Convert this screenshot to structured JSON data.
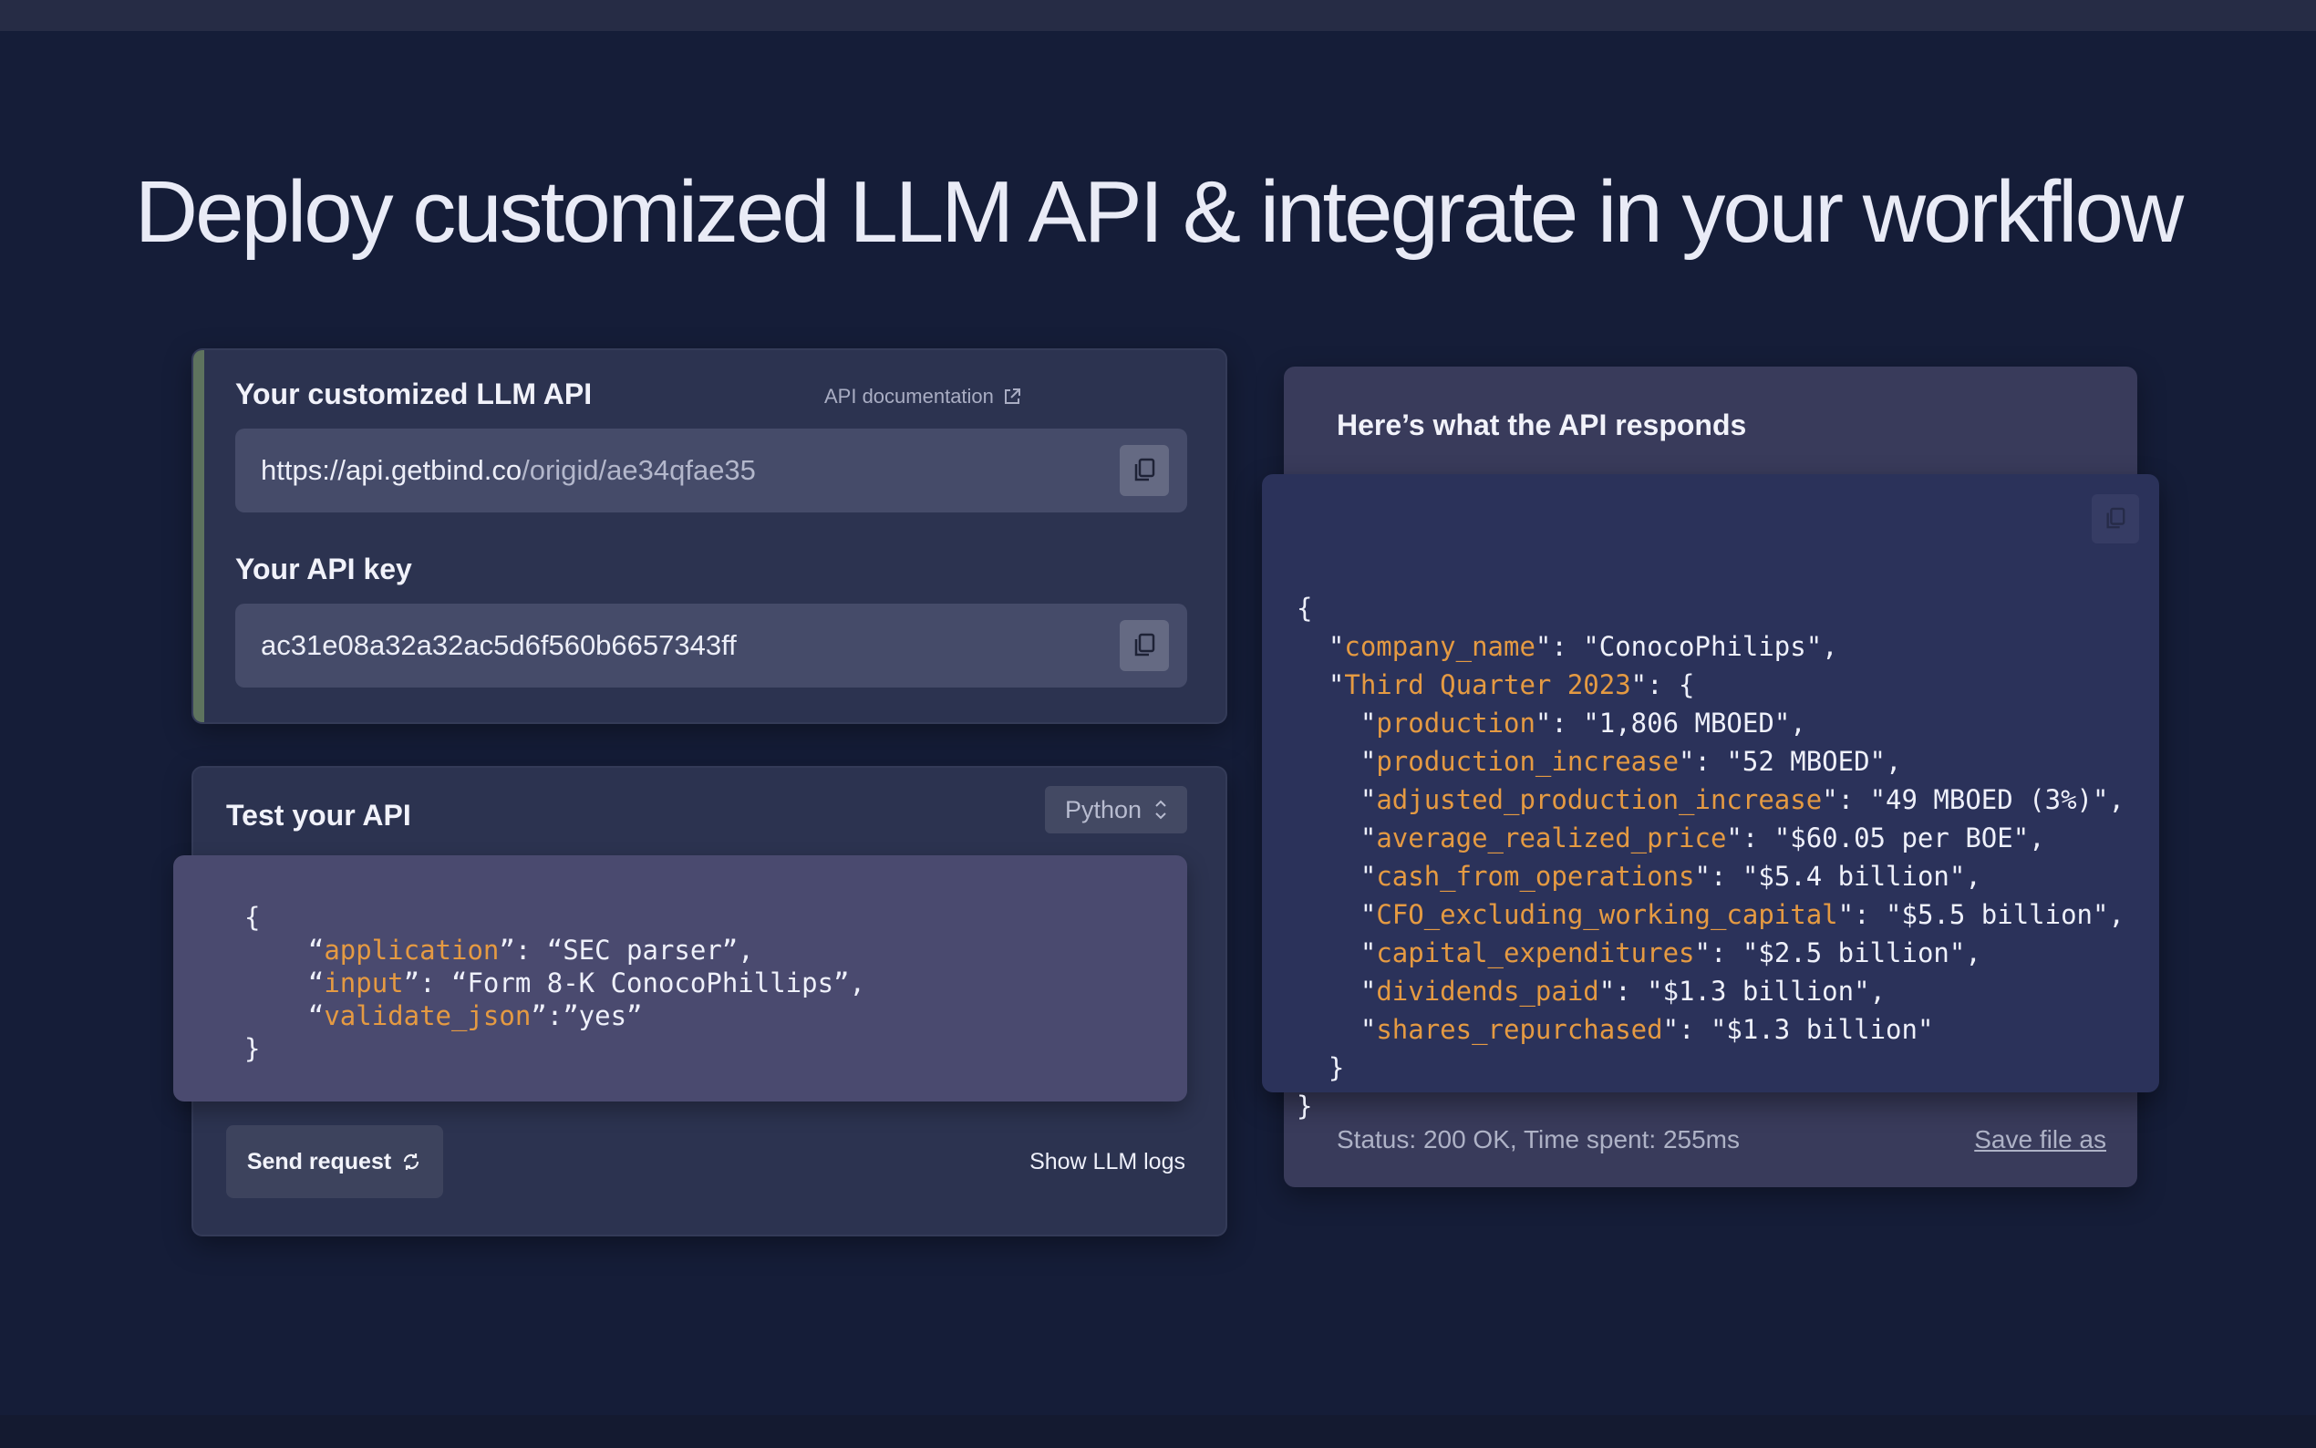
{
  "headline": "Deploy customized LLM API & integrate in your workflow",
  "api_card": {
    "title": "Your customized LLM API",
    "doc_link": "API documentation",
    "url_host": "https://api.getbind.co",
    "url_path": "/origid/ae34qfae35",
    "key_title": "Your API key",
    "api_key": "ac31e08a32a32ac5d6f560b6657343ff",
    "accent_color": "#5e735e"
  },
  "test_card": {
    "title": "Test your API",
    "language": "Python",
    "request": {
      "open": "{",
      "close": "}",
      "lines": [
        {
          "q1": "“",
          "key": "application",
          "rest": "”: “SEC parser”,"
        },
        {
          "q1": "“",
          "key": "input",
          "rest": "”: “Form 8-K ConocoPhillips”,"
        },
        {
          "q1": "“",
          "key": "validate_json",
          "rest": "”:”yes”"
        }
      ]
    },
    "send_label": "Send request",
    "logs_label": "Show LLM logs"
  },
  "response_card": {
    "title": "Here’s what the API responds",
    "lines": [
      {
        "indent": "",
        "q1": "",
        "key": "",
        "rest": "{"
      },
      {
        "indent": "  ",
        "q1": "\"",
        "key": "company_name",
        "rest": "\": \"ConocoPhilips\","
      },
      {
        "indent": "  ",
        "q1": "\"",
        "key": "Third Quarter 2023",
        "rest": "\": {"
      },
      {
        "indent": "    ",
        "q1": "\"",
        "key": "production",
        "rest": "\": \"1,806 MBOED\","
      },
      {
        "indent": "    ",
        "q1": "\"",
        "key": "production_increase",
        "rest": "\": \"52 MBOED\","
      },
      {
        "indent": "    ",
        "q1": "\"",
        "key": "adjusted_production_increase",
        "rest": "\": \"49 MBOED (3%)\","
      },
      {
        "indent": "    ",
        "q1": "\"",
        "key": "average_realized_price",
        "rest": "\": \"$60.05 per BOE\","
      },
      {
        "indent": "    ",
        "q1": "\"",
        "key": "cash_from_operations",
        "rest": "\": \"$5.4 billion\","
      },
      {
        "indent": "    ",
        "q1": "\"",
        "key": "CFO_excluding_working_capital",
        "rest": "\": \"$5.5 billion\","
      },
      {
        "indent": "    ",
        "q1": "\"",
        "key": "capital_expenditures",
        "rest": "\": \"$2.5 billion\","
      },
      {
        "indent": "    ",
        "q1": "\"",
        "key": "dividends_paid",
        "rest": "\": \"$1.3 billion\","
      },
      {
        "indent": "    ",
        "q1": "\"",
        "key": "shares_repurchased",
        "rest": "\": \"$1.3 billion\""
      },
      {
        "indent": "  ",
        "q1": "",
        "key": "",
        "rest": "}"
      },
      {
        "indent": "",
        "q1": "",
        "key": "",
        "rest": "}"
      }
    ],
    "status": "Status: 200 OK,  Time spent: 255ms",
    "save_label": "Save file as"
  },
  "colors": {
    "key_color": "#e59a42",
    "background": "#151d38"
  }
}
